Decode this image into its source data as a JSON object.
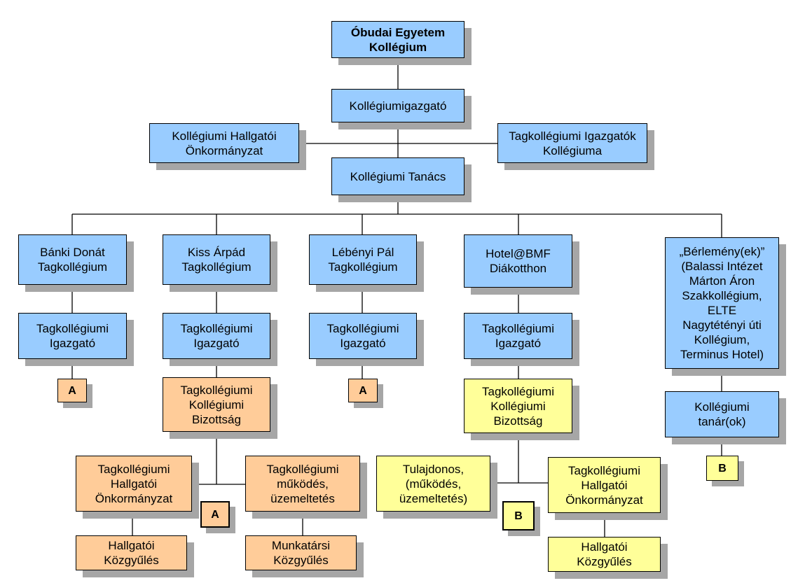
{
  "nodes": {
    "university": "Óbudai Egyetem\nKollégium",
    "director": "Kollégiumigazgató",
    "student_gov": "Kollégiumi Hallgatói\nÖnkormányzat",
    "directors_college": "Tagkollégiumi Igazgatók\nKollégiuma",
    "council": "Kollégiumi Tanács",
    "banki": "Bánki Donát\nTagkollégium",
    "kiss": "Kiss Árpád\nTagkollégium",
    "lebenyi": "Lébényi Pál\nTagkollégium",
    "hotel": "Hotel@BMF\nDiákotthon",
    "rented": "„Bérlemény(ek)”\n(Balassi Intézet\nMárton Áron\nSzakkollégium,\nELTE\nNagytétényi úti\nKollégium,\nTerminus Hotel)",
    "banki_director": "Tagkollégiumi\nIgazgató",
    "kiss_director": "Tagkollégiumi\nIgazgató",
    "lebenyi_director": "Tagkollégiumi\nIgazgató",
    "hotel_director": "Tagkollégiumi\nIgazgató",
    "teachers": "Kollégiumi\ntanár(ok)",
    "kiss_committee": "Tagkollégiumi\nKollégiumi\nBizottság",
    "hotel_committee": "Tagkollégiumi\nKollégiumi\nBizottság",
    "kiss_student_gov": "Tagkollégiumi\nHallgatói\nÖnkormányzat",
    "kiss_operation": "Tagkollégiumi\nműködés,\nüzemeltetés",
    "kiss_assembly": "Hallgatói\nKözgyűlés",
    "kiss_staff_assembly": "Munkatársi\nKözgyűlés",
    "hotel_owner": "Tulajdonos,\n(működés,\nüzemeltetés)",
    "hotel_student_gov": "Tagkollégiumi\nHallgatói\nÖnkormányzat",
    "hotel_assembly": "Hallgatói\nKözgyűlés"
  },
  "markers": {
    "banki_a": "A",
    "lebenyi_a": "A",
    "kiss_a": "A",
    "hotel_b": "B",
    "rented_b": "B"
  },
  "colors": {
    "blue": "#99ccff",
    "orange": "#ffcc99",
    "yellow": "#ffff99",
    "shadow": "#a6a6a6"
  }
}
